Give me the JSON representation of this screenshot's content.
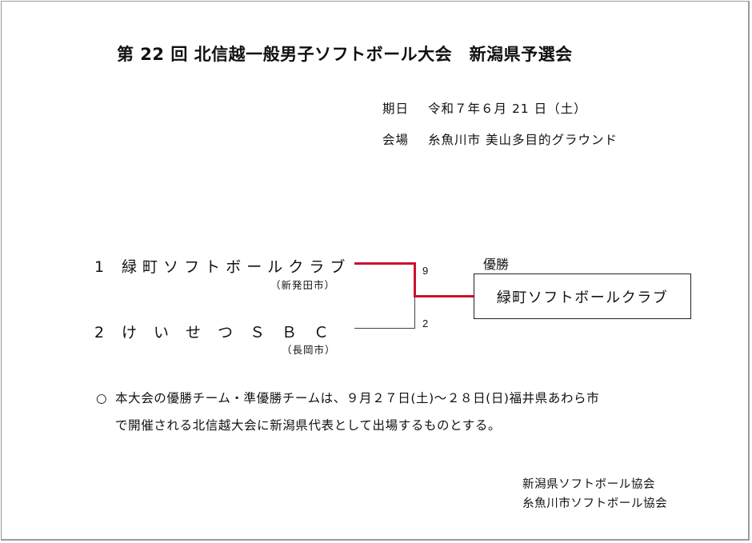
{
  "document": {
    "title": "第 22 回 北信越一般男子ソフトボール大会　新潟県予選会",
    "date_label": "期日",
    "date_value": "令和７年６月 21 日（土）",
    "venue_label": "会場",
    "venue_value": "糸魚川市 美山多目的グラウンド"
  },
  "bracket": {
    "teams": [
      {
        "seed": "1",
        "name": "緑町ソフトボールクラブ",
        "name_spaced": "緑 町 ソ フ ト ボ ー ル ク ラ ブ",
        "city": "（新発田市）",
        "score": "9",
        "winner": true
      },
      {
        "seed": "2",
        "name": "けいせつＳＢＣ",
        "name_spaced": "け　い　せ　つ　Ｓ　Ｂ　Ｃ",
        "city": "（長岡市）",
        "score": "2",
        "winner": false
      }
    ],
    "champion_label": "優勝",
    "champion_name": "緑町ソフトボールクラブ",
    "colors": {
      "winner_line": "#cc1030",
      "loser_line": "#444444"
    }
  },
  "notes": {
    "bullet": "○",
    "line1": "本大会の優勝チーム・準優勝チームは、９月２７日(土)～２８日(日)福井県あわら市",
    "line2": "で開催される北信越大会に新潟県代表として出場するものとする。"
  },
  "organizers": [
    "新潟県ソフトボール協会",
    "糸魚川市ソフトボール協会"
  ]
}
